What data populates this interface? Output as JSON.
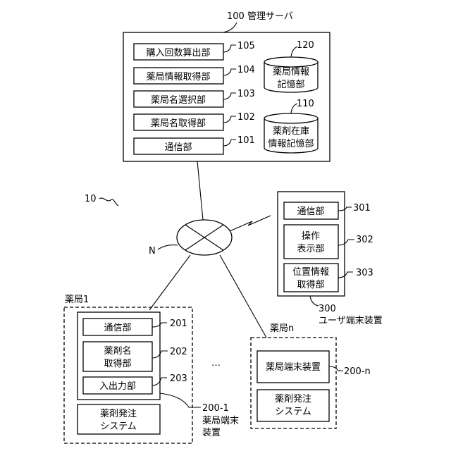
{
  "system": {
    "ref": "10",
    "network_ref": "N"
  },
  "server": {
    "title": "100 管理サーバ",
    "units": [
      {
        "label": "購入回数算出部",
        "ref": "105"
      },
      {
        "label": "薬局情報取得部",
        "ref": "104"
      },
      {
        "label": "薬局名選択部",
        "ref": "103"
      },
      {
        "label": "薬局名取得部",
        "ref": "102"
      },
      {
        "label": "通信部",
        "ref": "101"
      }
    ],
    "db_pharmacy_info": {
      "ref": "120",
      "line1": "薬局情報",
      "line2": "記憶部"
    },
    "db_drug_stock": {
      "ref": "110",
      "line1": "薬剤在庫",
      "line2": "情報記憶部"
    }
  },
  "user_terminal": {
    "ref": "300",
    "name": "ユーザ端末装置",
    "units": [
      {
        "line1": "通信部",
        "line2": "",
        "ref": "301"
      },
      {
        "line1": "操作",
        "line2": "表示部",
        "ref": "302"
      },
      {
        "line1": "位置情報",
        "line2": "取得部",
        "ref": "303"
      }
    ]
  },
  "pharmacy1": {
    "title": "薬局1",
    "terminal_ref": "200-1",
    "terminal_name_line1": "薬局端末",
    "terminal_name_line2": "装置",
    "units": [
      {
        "line1": "通信部",
        "line2": "",
        "ref": "201"
      },
      {
        "line1": "薬剤名",
        "line2": "取得部",
        "ref": "202"
      },
      {
        "line1": "入出力部",
        "line2": "",
        "ref": "203"
      }
    ],
    "order_system": {
      "line1": "薬剤発注",
      "line2": "システム"
    }
  },
  "pharmacy_n": {
    "title": "薬局n",
    "terminal": {
      "label": "薬局端末装置",
      "ref": "200-n"
    },
    "order_system": {
      "line1": "薬剤発注",
      "line2": "システム"
    }
  },
  "ellipsis": "…"
}
